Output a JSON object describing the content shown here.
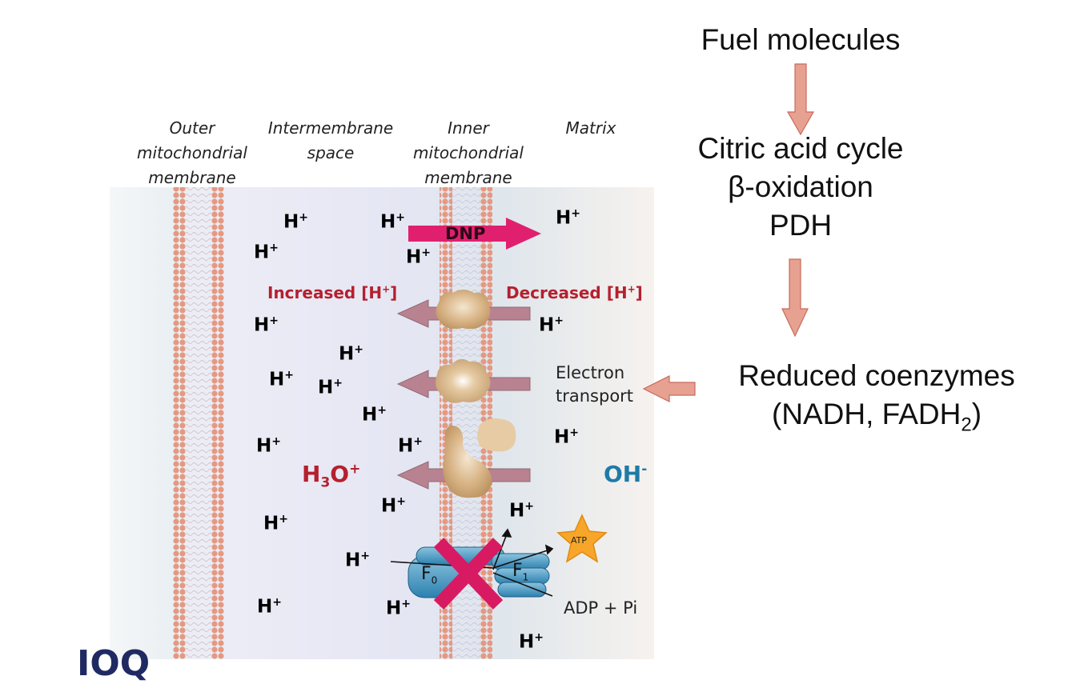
{
  "headers": {
    "outer": [
      "Outer",
      "mitochondrial",
      "membrane"
    ],
    "intermembrane": [
      "Intermembrane",
      "space"
    ],
    "inner": [
      "Inner",
      "mitochondrial",
      "membrane"
    ],
    "matrix": "Matrix"
  },
  "flow": {
    "fuel": "Fuel molecules",
    "cycle_lines": [
      "Citric acid cycle",
      "β-oxidation",
      "PDH"
    ],
    "reduced_1": "Reduced coenzymes",
    "reduced_2_prefix": "(NADH, FADH",
    "reduced_2_sub": "2",
    "reduced_2_suffix": ")"
  },
  "labels": {
    "dnp": "DNP",
    "increased_prefix": "Increased [H",
    "increased_sup": "+",
    "increased_suffix": "]",
    "decreased_prefix": "Decreased [H",
    "decreased_sup": "+",
    "decreased_suffix": "]",
    "electron_transport": [
      "Electron",
      "transport"
    ],
    "h3o_h": "H",
    "h3o_sub": "3",
    "h3o_o": "O",
    "h3o_sup": "+",
    "oh": "OH",
    "oh_sup": "-",
    "atp": "ATP",
    "adp": "ADP + Pi",
    "f0": "F",
    "f0_sub": "0",
    "f1": "F",
    "f1_sub": "1",
    "proton": "H",
    "proton_sup": "+"
  },
  "logo_text": "IOQ",
  "colors": {
    "membrane": "#e49982",
    "dnp_arrow": "#e0206e",
    "flow_arrow": "#e7a191",
    "pump_arrow": "#b98290",
    "accent_red": "#b5202e",
    "oh_blue": "#1f7aa6",
    "atp_star": "#f7a629"
  }
}
